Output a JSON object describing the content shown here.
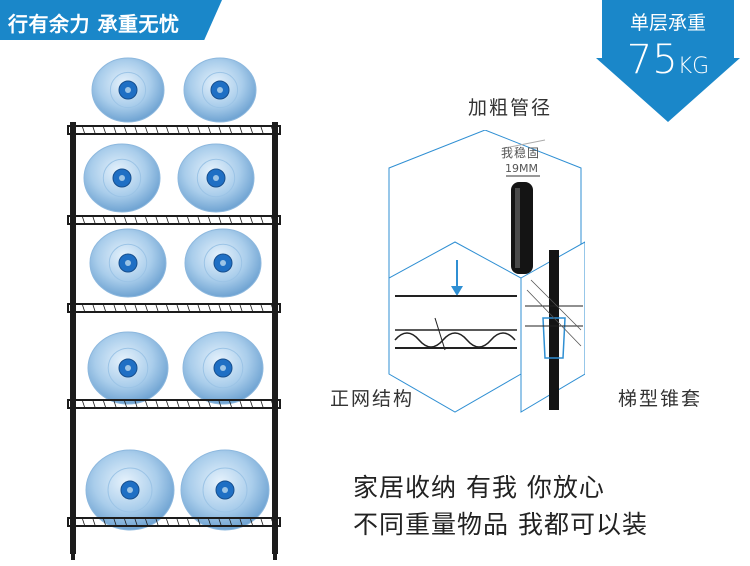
{
  "banner": {
    "text": "行有余力 承重无忧",
    "color": "#1a87c9"
  },
  "load_badge": {
    "title": "单层承重",
    "value": "75",
    "unit": "KG",
    "color": "#1a87c9"
  },
  "features": {
    "thick_tube": "加粗管径",
    "strong_caption": "我稳固",
    "tube_size": "19MM",
    "net_structure": "正网结构",
    "cone_sleeve": "梯型锥套"
  },
  "tagline": {
    "line1": "家居收纳 有我 你放心",
    "line2": "不同重量物品 我都可以装"
  },
  "product": {
    "icon": "water-bottle-rack-illustration",
    "accent_color": "#7fb3df"
  }
}
